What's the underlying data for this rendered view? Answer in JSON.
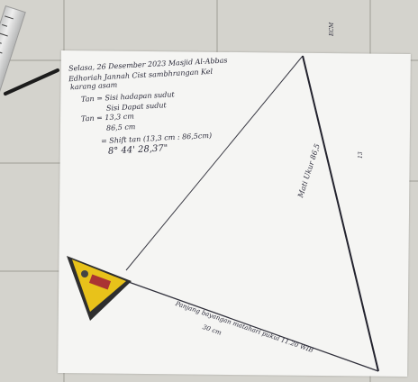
{
  "note": {
    "header_line1": "Selasa, 26 Desember 2023   Masjid Al-Abbas",
    "header_line2": "Edhoriah Jannah Cist sambhrangan Kel",
    "header_line3": "karang asam",
    "formula_line1": "Tan = Sisi hadapan sudut",
    "formula_line2": "Sisi Dapat sudut",
    "formula_line3": "Tan = 13,3 cm",
    "formula_line4": "86,5 cm",
    "formula_line5": "= Shift tan (13,3 cm : 86,5cm)",
    "formula_line6": "8° 44' 28,37\"",
    "side_label": "Mati Ukur 86,5",
    "bottom_label_line1": "Panjang bayangan matahari pukul 11.20 WIB",
    "bottom_label_line2": "30 cm",
    "corner_mark": "ECM",
    "right_mark": "13"
  },
  "colors": {
    "floor_tile": "#d4d3cd",
    "grout": "#b9b8b1",
    "paper": "#f5f5f3",
    "ink": "#2b2b3a",
    "tool_yellow": "#e8c21a",
    "tool_dark": "#333333"
  }
}
